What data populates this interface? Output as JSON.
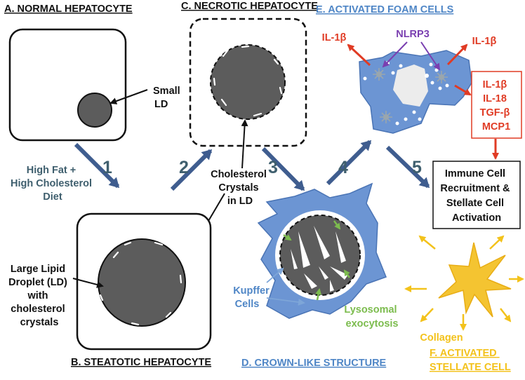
{
  "panels": {
    "a": {
      "title": "A. NORMAL HEPATOCYTE",
      "label_lines": [
        "Small",
        "LD"
      ]
    },
    "b": {
      "title": "B. STEATOTIC HEPATOCYTE",
      "label_lines": [
        "Large Lipid",
        "Droplet (LD)",
        "with",
        "cholesterol",
        "crystals"
      ]
    },
    "c": {
      "title": "C. NECROTIC HEPATOCYTE",
      "label_lines": [
        "Cholesterol",
        "Crystals",
        "in LD"
      ]
    },
    "d": {
      "title": "D. CROWN-LIKE STRUCTURE",
      "kupffer_lines": [
        "Kupffer",
        "Cells"
      ],
      "lyso_lines": [
        "Lysosomal",
        "exocytosis"
      ]
    },
    "e": {
      "title": "E. ACTIVATED FOAM CELLS",
      "nlrp3": "NLRP3",
      "il1b": "IL-1β",
      "cytokines": [
        "IL-1β",
        "IL-18",
        "TGF-β",
        "MCP1"
      ]
    },
    "f": {
      "title_lines": [
        "F. ACTIVATED",
        "STELLATE CELL"
      ],
      "collagen": "Collagen"
    }
  },
  "diet_lines": [
    "High Fat +",
    "High Cholesterol",
    "Diet"
  ],
  "immune_lines": [
    "Immune Cell",
    "Recruitment &",
    "Stellate Cell",
    "Activation"
  ],
  "steps": [
    "1",
    "2",
    "3",
    "4",
    "5"
  ],
  "colors": {
    "black": "#111111",
    "teal_text": "#3f5f6e",
    "step_arrow": "#3f5d8f",
    "blue_title": "#4f86c6",
    "cell_blue": "#6c95d3",
    "red": "#e03b24",
    "purple": "#7a3fb0",
    "green": "#7cbc4e",
    "yellow": "#f3c21b",
    "droplet": "#5c5c5c"
  }
}
